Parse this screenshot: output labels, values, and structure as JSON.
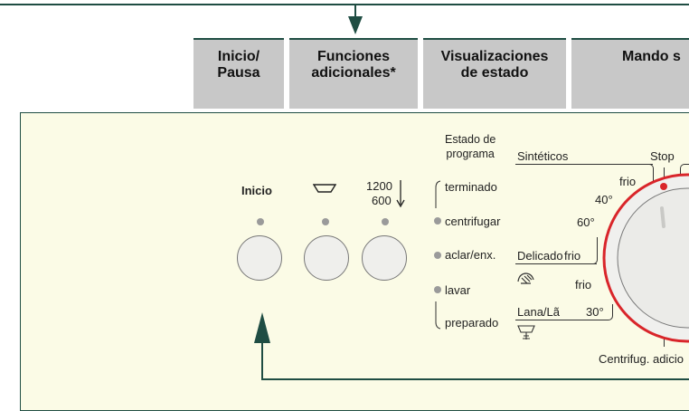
{
  "header_tabs": [
    {
      "label": "Inicio/\nPausa"
    },
    {
      "label": "Funciones\nadicionales*"
    },
    {
      "label": "Visualizaciones\nde estado"
    },
    {
      "label": "Mando s"
    }
  ],
  "panel": {
    "buttons": {
      "start_label": "Inicio",
      "spin_top": "1200",
      "spin_bottom": "600"
    },
    "status": {
      "title": "Estado de\nprograma",
      "items": [
        "terminado",
        "centrifugar",
        "aclar/enx.",
        "lavar",
        "preparado"
      ]
    },
    "dial": {
      "group_sinteticos": "Sintéticos",
      "stop": "Stop",
      "frio_top": "frio",
      "t40": "40°",
      "t60": "60°",
      "delicado": "Delicado",
      "delicado_frio": "frio",
      "hand_frio": "frio",
      "lana": "Lana/Lã",
      "t30": "30°",
      "bottom_label": "Centrifug. adicio"
    }
  },
  "colors": {
    "accent": "#1f4d43",
    "dial_ring": "#d9252a",
    "panel_bg": "#fbfbe6",
    "tab_bg": "#c8c8c8"
  }
}
